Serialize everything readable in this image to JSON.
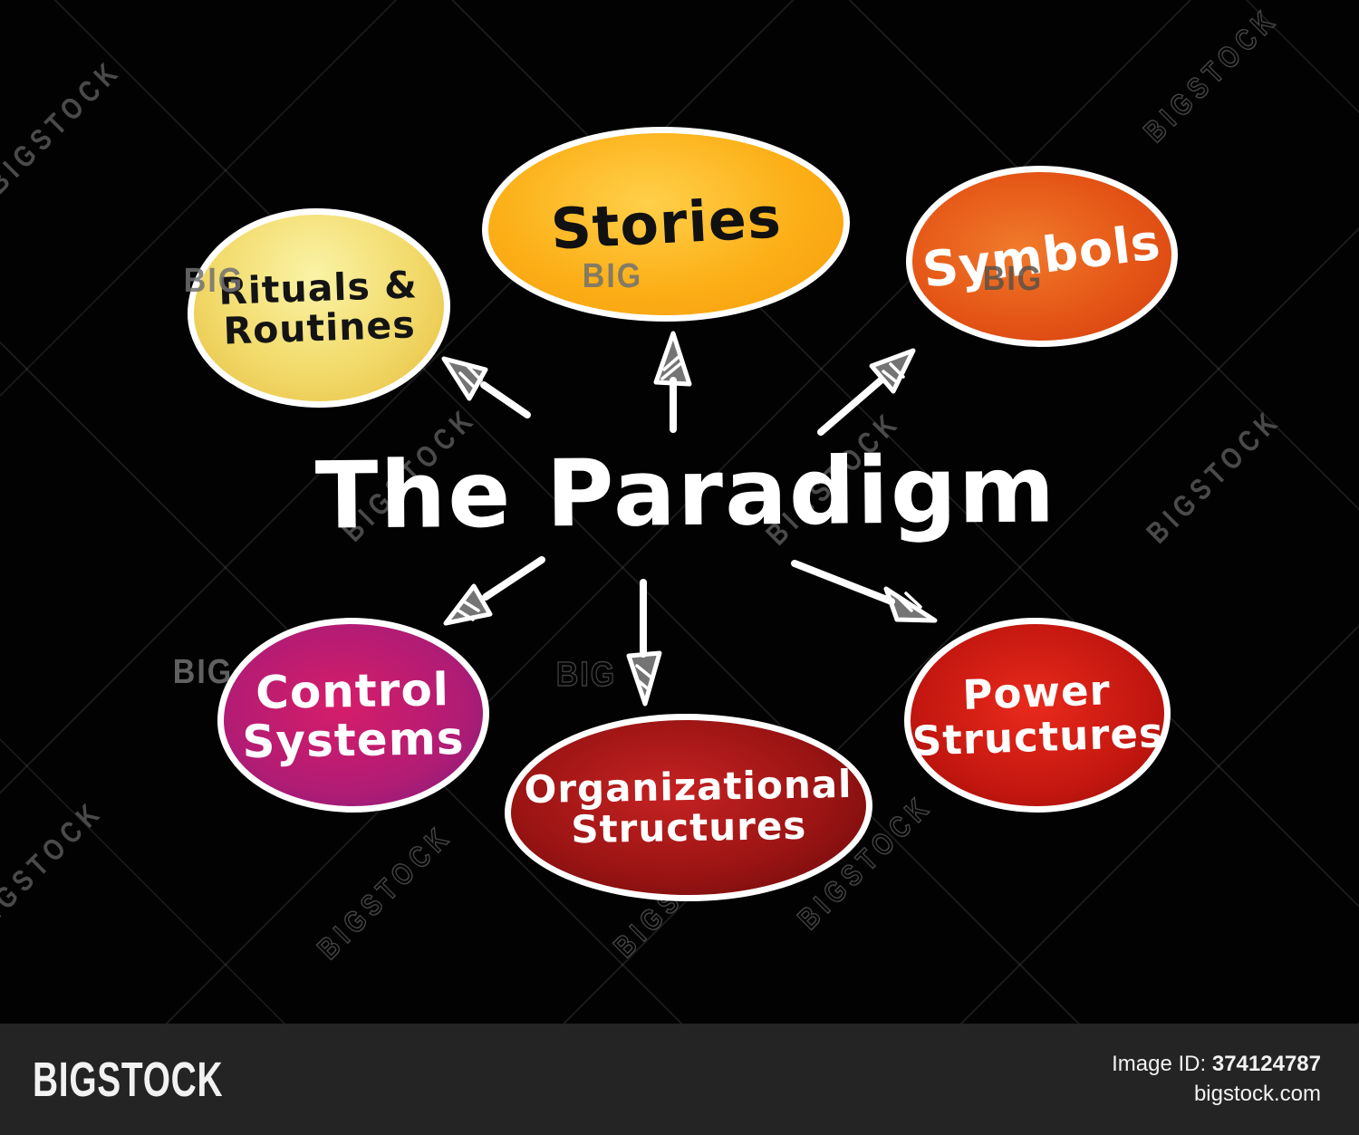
{
  "title": "The Paradigm",
  "nodes": [
    {
      "id": "stories",
      "label": "Stories",
      "text_color": "#111111",
      "fill_center": "#ffcf49",
      "fill_edge": "#f59d0c",
      "border_color": "#ffffff"
    },
    {
      "id": "symbols",
      "label": "Symbols",
      "text_color": "#ffffff",
      "fill_center": "#f07a2c",
      "fill_edge": "#d23c0e",
      "border_color": "#ffffff"
    },
    {
      "id": "rituals-routines",
      "label": "Rituals &\nRoutines",
      "text_color": "#141414",
      "fill_center": "#faf3a6",
      "fill_edge": "#e5bc3e",
      "border_color": "#ffffff"
    },
    {
      "id": "control-systems",
      "label": "Control\nSystems",
      "text_color": "#ffffff",
      "fill_center": "#d61d6a",
      "fill_edge": "#7e1d7e",
      "border_color": "#ffffff"
    },
    {
      "id": "organizational-structures",
      "label": "Organizational\nStructures",
      "text_color": "#ffffff",
      "fill_center": "#c52222",
      "fill_edge": "#670a0a",
      "border_color": "#ffffff"
    },
    {
      "id": "power-structures",
      "label": "Power\nStructures",
      "text_color": "#ffffff",
      "fill_center": "#e92a1c",
      "fill_edge": "#9a0d06",
      "border_color": "#ffffff"
    }
  ],
  "connections": [
    {
      "from": "The Paradigm",
      "to": "Stories"
    },
    {
      "from": "The Paradigm",
      "to": "Symbols"
    },
    {
      "from": "The Paradigm",
      "to": "Rituals & Routines"
    },
    {
      "from": "The Paradigm",
      "to": "Control Systems"
    },
    {
      "from": "The Paradigm",
      "to": "Organizational Structures"
    },
    {
      "from": "The Paradigm",
      "to": "Power Structures"
    }
  ],
  "watermark": {
    "brand": "BIGSTOCK",
    "brand_short": "BIG"
  },
  "footer": {
    "logo": "BIGSTOCK",
    "image_id_label": "Image ID:",
    "image_id": "374124787",
    "site": "bigstock.com"
  },
  "colors": {
    "background": "#000000",
    "footer_bar": "#242424",
    "arrow": "#ffffff",
    "title_text": "#ffffff",
    "watermark_text": "#4a4a4a"
  }
}
